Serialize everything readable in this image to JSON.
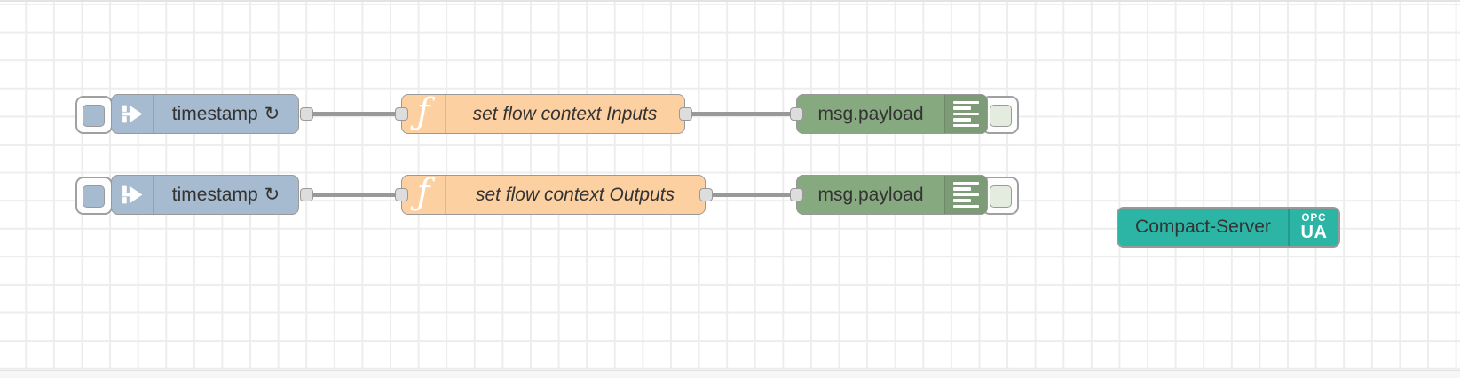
{
  "app": "node-red-flow-editor",
  "colors": {
    "inject_node": "#a6bbcf",
    "function_node": "#fdd0a2",
    "debug_node": "#87a980",
    "server_node": "#2cb5a5",
    "wire": "#999999",
    "port": "#dddddd",
    "grid": "#ededed",
    "label_text": "#333333"
  },
  "flow": {
    "row1": {
      "inject": {
        "label": "timestamp",
        "repeat_icon": "↻"
      },
      "function": {
        "icon": "ƒ",
        "label": "set flow context Inputs"
      },
      "debug": {
        "label": "msg.payload"
      }
    },
    "row2": {
      "inject": {
        "label": "timestamp",
        "repeat_icon": "↻"
      },
      "function": {
        "icon": "ƒ",
        "label": "set flow context Outputs"
      },
      "debug": {
        "label": "msg.payload"
      }
    },
    "server": {
      "label": "Compact-Server",
      "badge": {
        "line1": "OPC",
        "line2": "UA"
      }
    }
  }
}
